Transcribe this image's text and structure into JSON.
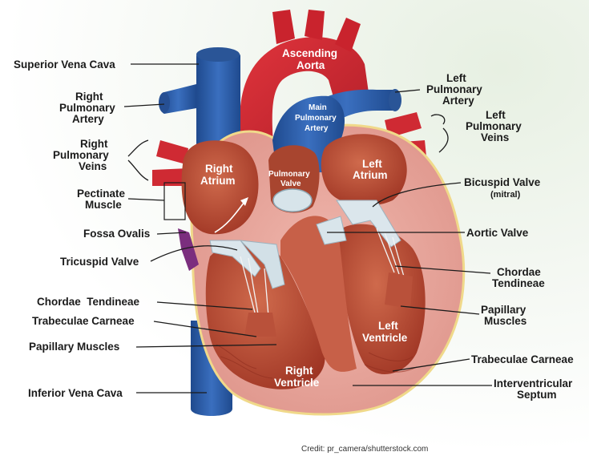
{
  "labels": {
    "superior_vena_cava": "Superior Vena Cava",
    "right_pulmonary_artery": [
      "Right",
      "Pulmonary",
      "Artery"
    ],
    "right_pulmonary_veins": [
      "Right",
      "Pulmonary",
      "Veins"
    ],
    "pectinate_muscle": [
      "Pectinate",
      "Muscle"
    ],
    "fossa_ovalis": "Fossa Ovalis",
    "tricuspid_valve": "Tricuspid Valve",
    "chordae_tendineae_left": "Chordae  Tendineae",
    "trabeculae_carneae_left": "Trabeculae Carneae",
    "papillary_muscles_left": "Papillary Muscles",
    "inferior_vena_cava": "Inferior Vena Cava",
    "ascending_aorta": [
      "Ascending",
      "Aorta"
    ],
    "main_pulmonary_artery": [
      "Main",
      "Pulmonary",
      "Artery"
    ],
    "pulmonary_valve": [
      "Pulmonary",
      "Valve"
    ],
    "right_atrium": [
      "Right",
      "Atrium"
    ],
    "left_atrium": [
      "Left",
      "Atrium"
    ],
    "right_ventricle": [
      "Right",
      "Ventricle"
    ],
    "left_ventricle": [
      "Left",
      "Ventricle"
    ],
    "left_pulmonary_artery": [
      "Left",
      "Pulmonary",
      "Artery"
    ],
    "left_pulmonary_veins": [
      "Left",
      "Pulmonary",
      "Veins"
    ],
    "bicuspid_valve": "Bicuspid Valve",
    "bicuspid_valve_sub": "(mitral)",
    "aortic_valve": "Aortic Valve",
    "chordae_tendineae_right": [
      "Chordae",
      "Tendineae"
    ],
    "papillary_muscles_right": [
      "Papillary",
      "Muscles"
    ],
    "trabeculae_carneae_right": "Trabeculae Carneae",
    "interventricular_septum": [
      "Interventricular",
      "Septum"
    ]
  },
  "credit": "Credit: pr_camera/shutterstock.com",
  "colors": {
    "vein_blue": "#2f5fa8",
    "artery_red": "#cc2630",
    "wall_pink": "#e9a8a0",
    "chamber_red": "#b84632",
    "valve_white": "#dfe9ee"
  }
}
